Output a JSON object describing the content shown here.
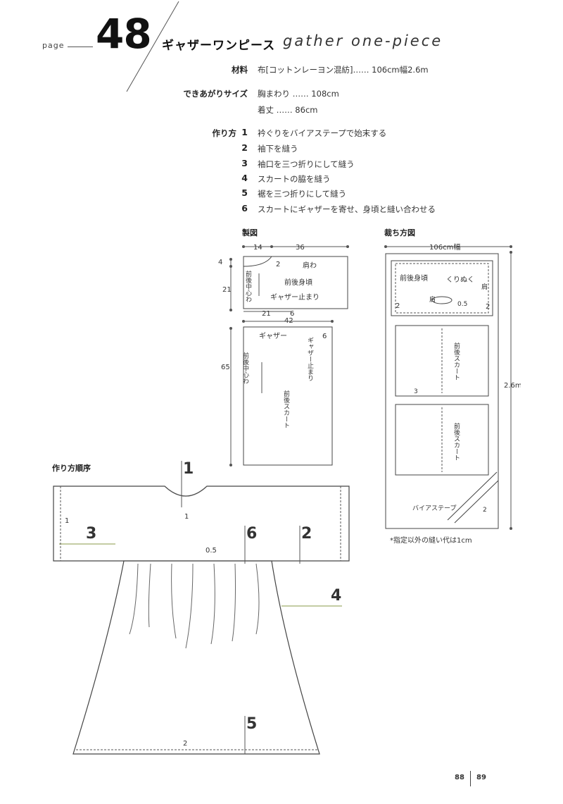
{
  "header": {
    "page_word": "page",
    "page_number": "48",
    "title_jp": "ギャザーワンピース",
    "title_en": "gather one-piece"
  },
  "materials": {
    "label": "材料",
    "value": "布[コットンレーヨン混紡]…… 106cm幅2.6m"
  },
  "finished_size": {
    "label": "できあがりサイズ",
    "chest": "胸まわり …… 108cm",
    "length": "着丈 …… 86cm"
  },
  "steps": {
    "label": "作り方",
    "items": [
      {
        "num": "1",
        "text": "衿ぐりをバイアステープで始末する"
      },
      {
        "num": "2",
        "text": "袖下を縫う"
      },
      {
        "num": "3",
        "text": "袖口を三つ折りにして縫う"
      },
      {
        "num": "4",
        "text": "スカートの脇を縫う"
      },
      {
        "num": "5",
        "text": "裾を三つ折りにして縫う"
      },
      {
        "num": "6",
        "text": "スカートにギャザーを寄せ、身頃と縫い合わせる"
      }
    ]
  },
  "pattern": {
    "title": "製図",
    "dim_14": "14",
    "dim_36": "36",
    "dim_4": "4",
    "dim_21_left": "21",
    "dim_2": "2",
    "shoulder": "肩わ",
    "bodice": "前後身頃",
    "center_front_back": "前後中心わ",
    "gather_stop": "ギャザー止まり",
    "dim_21_bottom": "21",
    "dim_6": "6",
    "dim_42": "42",
    "dim_65": "65",
    "gather": "ギャザー",
    "skirt_center": "前後中心わ",
    "skirt_gather_stop": "ギャザー止まり",
    "skirt_dim_6": "6",
    "skirt": "前後スカート"
  },
  "layout": {
    "title": "裁ち方図",
    "fabric_width": "106cm幅",
    "bodice": "前後身頃",
    "neckline": "くりぬく",
    "shoulder": "肩",
    "shoulder2": "肩",
    "dim_05": "0.5",
    "dim_2_left": "2",
    "dim_2_right": "2",
    "skirt_1": "前後スカート",
    "dim_3": "3",
    "skirt_2": "前後スカート",
    "bias_tape": "バイアステープ",
    "dim_2_bias": "2",
    "length": "2.6m",
    "note": "*指定以外の縫い代は1cm"
  },
  "order": {
    "title": "作り方順序",
    "n1": "1",
    "n2": "2",
    "n3": "3",
    "n4": "4",
    "n5": "5",
    "n6": "6",
    "small_1_neck": "1",
    "small_1_sleeve": "1",
    "small_05": "0.5",
    "small_2_hem": "2"
  },
  "footer": {
    "left_page": "88",
    "right_page": "89"
  }
}
